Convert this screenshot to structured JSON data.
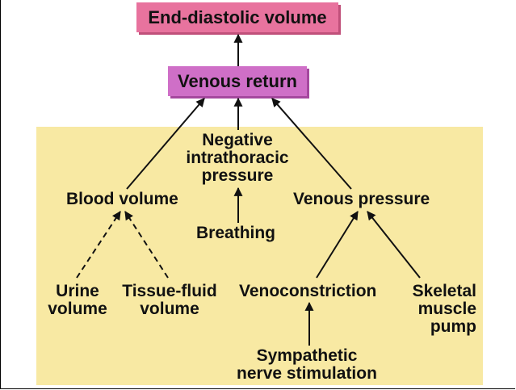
{
  "colors": {
    "panel": "#f8e9a3",
    "top_box": "#e8739e",
    "top_box_shadow": "#c0507a",
    "mid_box": "#cf6fc7",
    "mid_box_shadow": "#a5489e",
    "arrow": "#111111"
  },
  "nodes": {
    "end_diastolic_volume": "End-diastolic volume",
    "venous_return": "Venous return",
    "negative_pressure": [
      "Negative",
      "intrathoracic",
      "pressure"
    ],
    "blood_volume": "Blood volume",
    "venous_pressure": "Venous pressure",
    "breathing": "Breathing",
    "urine_volume": [
      "Urine",
      "volume"
    ],
    "tissue_fluid_volume": [
      "Tissue-fluid",
      "volume"
    ],
    "venoconstriction": "Venoconstriction",
    "skeletal_muscle_pump": [
      "Skeletal",
      "muscle",
      "pump"
    ],
    "sympathetic_stimulation": [
      "Sympathetic",
      "nerve stimulation"
    ]
  }
}
